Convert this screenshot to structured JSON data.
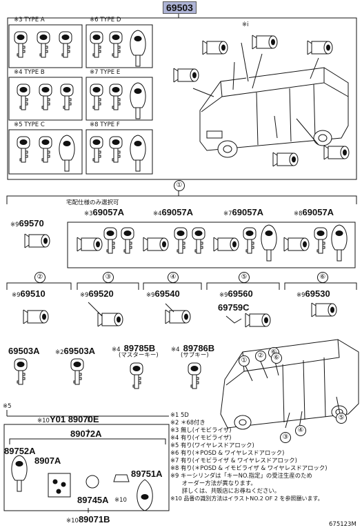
{
  "main_part": "69503",
  "top_types": [
    {
      "mark": "※3",
      "label": "TYPE A"
    },
    {
      "mark": "※6",
      "label": "TYPE D"
    },
    {
      "mark": "※4",
      "label": "TYPE B"
    },
    {
      "mark": "※7",
      "label": "TYPE E"
    },
    {
      "mark": "※5",
      "label": "TYPE C"
    },
    {
      "mark": "※8",
      "label": "TYPE F"
    }
  ],
  "ref_i": "※i",
  "section1": {
    "circle": "①",
    "caption": "宅配仕様のみ選択可",
    "parts": [
      {
        "mark": "※9",
        "pn": "69570"
      },
      {
        "mark": "※3",
        "pn": "69057A"
      },
      {
        "mark": "※4",
        "pn": "69057A"
      },
      {
        "mark": "※7",
        "pn": "69057A"
      },
      {
        "mark": "※8",
        "pn": "69057A"
      }
    ]
  },
  "cylinders": [
    {
      "circle": "②",
      "mark": "※9",
      "pn": "69510"
    },
    {
      "circle": "③",
      "mark": "※9",
      "pn": "69520"
    },
    {
      "circle": "④",
      "mark": "※9",
      "pn": "69540"
    },
    {
      "circle": "⑤",
      "mark": "※9",
      "pn": "69560"
    },
    {
      "circle": "⑥",
      "mark": "※9",
      "pn": "69530"
    }
  ],
  "sub_part": "69759C",
  "keys": [
    {
      "mark": "",
      "pn": "69503A",
      "sub": ""
    },
    {
      "mark": "※2",
      "pn": "69503A",
      "sub": ""
    },
    {
      "mark": "※4",
      "pn": "89785B",
      "sub": "(マスターキー)"
    },
    {
      "mark": "※4",
      "pn": "89786B",
      "sub": "(サブキー)"
    }
  ],
  "remote": {
    "mark5": "※5",
    "header_mark": "※10",
    "header_pn": "Y01 89070E",
    "assembly": "89072A",
    "parts": [
      {
        "mark": "",
        "pn": "89752A"
      },
      {
        "mark": "",
        "pn": "8907A"
      },
      {
        "mark": "",
        "pn": "89751A"
      },
      {
        "mark": "※10",
        "pn": "89745A"
      },
      {
        "mark": "※10",
        "pn": "89071B"
      }
    ]
  },
  "van_circles": [
    "①",
    "②",
    "③",
    "④",
    "⑤",
    "⑥",
    "⑥"
  ],
  "notes": [
    "※1 5D",
    "※2 ＊68付き",
    "※3 無し(イモビライザ)",
    "※4 有り(イモビライザ)",
    "※5 有り(ワイヤレスドアロック)",
    "※6 有り(＊POSD & ワイヤレスドアロック)",
    "※7 有り(イモビライザ & ワイヤレスドアロック)",
    "※8 有り(＊POSD & イモビライザ & ワイヤレスドアロック)",
    "※9 キーシリンダは「キーNO.指定」の受注生産のため",
    "　　オーダー方法が異なります。",
    "　　詳しくは、共販店にお尋ねください。",
    "※10 品番の識別方法はイラストNO.2 OF 2 を参照願います。"
  ],
  "figure_code": "675123M"
}
